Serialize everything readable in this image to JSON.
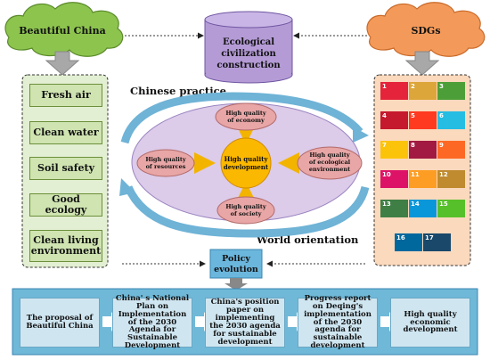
{
  "clouds": {
    "left": "Beautiful China",
    "right": "SDGs"
  },
  "cylinder": {
    "line1": "Ecological",
    "line2": "civilization",
    "line3": "construction"
  },
  "chinese_practice": "Chinese practice",
  "world_orientation": "World orientation",
  "beautiful_china_items": [
    "Fresh air",
    "Clean water",
    "Soil safety",
    "Good ecology",
    "Clean living environment"
  ],
  "center": {
    "core": [
      "High quality",
      "development"
    ],
    "economy": [
      "High quality",
      "of economy"
    ],
    "resources": [
      "High quality",
      "of resources"
    ],
    "ecological": [
      "High quality",
      "of ecological",
      "environment"
    ],
    "society": [
      "High quality",
      "of society"
    ]
  },
  "policy": {
    "line1": "Policy",
    "line2": "evolution"
  },
  "flow": [
    "The proposal of Beautiful China",
    "China' s National Plan on Implementation of the 2030 Agenda for Sustainable Development",
    "China's position paper on implementing the 2030 agenda for sustainable development",
    "Progress report on Deqing's implementation of the 2030 agenda for sustainable development",
    "High quality economic development"
  ],
  "sdgs": [
    {
      "num": "1",
      "color": "#e5243b"
    },
    {
      "num": "2",
      "color": "#dda63a"
    },
    {
      "num": "3",
      "color": "#4c9f38"
    },
    {
      "num": "4",
      "color": "#c5192d"
    },
    {
      "num": "5",
      "color": "#ff3a21"
    },
    {
      "num": "6",
      "color": "#26bde2"
    },
    {
      "num": "7",
      "color": "#fcc30b"
    },
    {
      "num": "8",
      "color": "#a21942"
    },
    {
      "num": "9",
      "color": "#fd6925"
    },
    {
      "num": "10",
      "color": "#dd1367"
    },
    {
      "num": "11",
      "color": "#fd9d24"
    },
    {
      "num": "12",
      "color": "#bf8b2e"
    },
    {
      "num": "13",
      "color": "#3f7e44"
    },
    {
      "num": "14",
      "color": "#0a97d9"
    },
    {
      "num": "15",
      "color": "#56c02b"
    },
    {
      "num": "16",
      "color": "#00689d"
    },
    {
      "num": "17",
      "color": "#19486a"
    }
  ]
}
